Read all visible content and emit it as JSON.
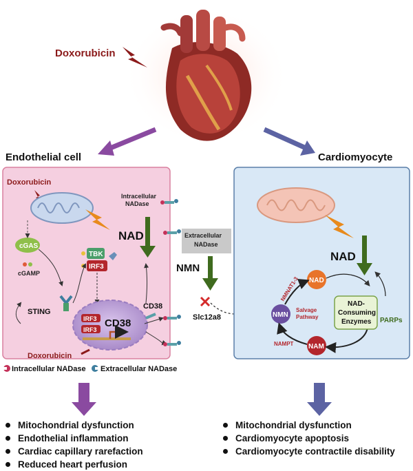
{
  "top": {
    "drug_label": "Doxorubicin"
  },
  "endothelial": {
    "title": "Endothelial cell",
    "doxorubicin_top": "Doxorubicin",
    "doxorubicin_bottom": "Doxorubicin",
    "cgas": "cGAS",
    "cgamp": "cGAMP",
    "sting": "STING",
    "tbk": "TBK",
    "irf3": "IRF3",
    "irf3_a": "IRF3",
    "irf3_b": "IRF3",
    "cd38_nucleus": "CD38",
    "cd38_membrane": "CD38",
    "intracellular_nadase_line1": "Intracellular",
    "intracellular_nadase_line2": "NADase",
    "nad": "NAD",
    "extracellular_nadase_line1": "Extracellular",
    "extracellular_nadase_line2": "NADase"
  },
  "middle": {
    "nmn": "NMN",
    "transporter": "Slc12a8"
  },
  "cardiomyocyte": {
    "title": "Cardiomyocyte",
    "nad": "NAD",
    "nad_node": "NAD",
    "nmn_node": "NMN",
    "nam_node": "NAM",
    "nmnat": "NMNAT1-3",
    "salvage_line1": "Salvage",
    "salvage_line2": "Pathway",
    "nampt": "NAMPT",
    "enzymes_line1": "NAD-",
    "enzymes_line2": "Consuming",
    "enzymes_line3": "Enzymes",
    "parps": "PARPs"
  },
  "legend": {
    "intracellular": "Intracellular NADase",
    "extracellular": "Extracellular NADase"
  },
  "outcomes_left": [
    "Mitochondrial dysfunction",
    "Endothelial inflammation",
    "Cardiac capillary rarefaction",
    "Reduced heart perfusion"
  ],
  "outcomes_right": [
    "Mitochondrial dysfunction",
    "Cardiomyocyte apoptosis",
    "Cardiomyocyte contractile disability"
  ],
  "colors": {
    "endo_bg": "#f5cfe0",
    "endo_border": "#d9809f",
    "cardio_bg": "#d9e8f6",
    "cardio_border": "#5a7ea8",
    "drug_red": "#8b1a1a",
    "green_arrow": "#3f6b1e",
    "left_arrow": "#8a4aa0",
    "right_arrow": "#5c63a3",
    "node_orange": "#e8742a",
    "node_purple": "#6a4fa0",
    "node_red": "#b3262c",
    "enzyme_box": "#e9f3d6"
  },
  "icons": [
    "heart-illustration",
    "lightning-icon",
    "mitochondrion-icon",
    "nadase-receptor-icon",
    "green-down-arrow",
    "x-block-icon"
  ]
}
